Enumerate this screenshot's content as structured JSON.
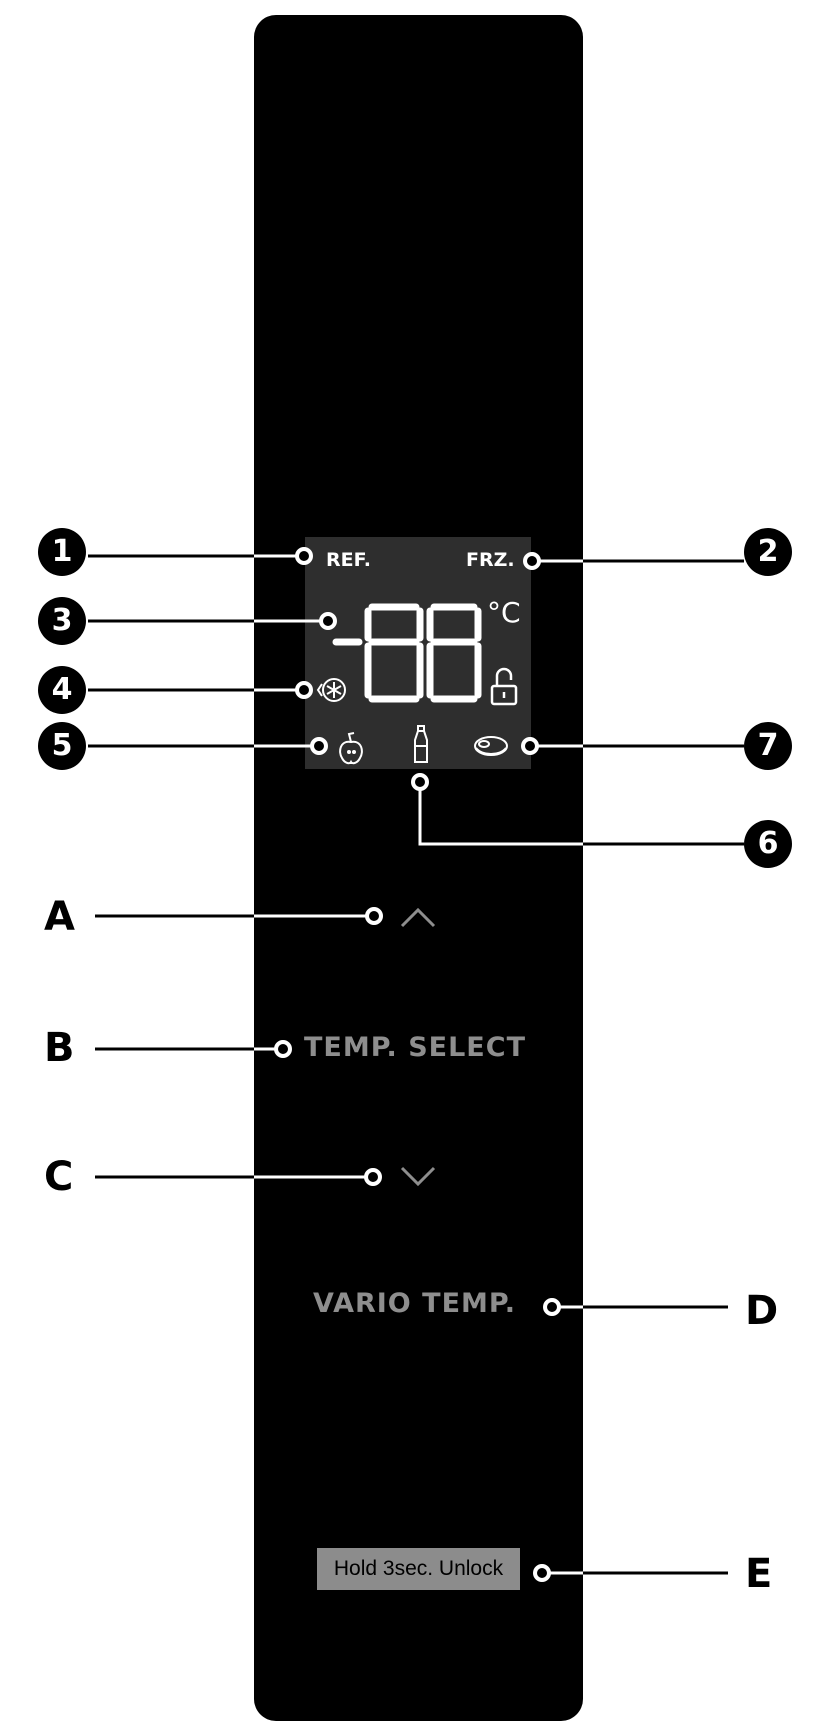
{
  "display": {
    "ref_label": "REF.",
    "frz_label": "FRZ.",
    "temperature_digits": "-88",
    "unit": "°C"
  },
  "controls": {
    "temp_select_label": "TEMP. SELECT",
    "vario_temp_label": "VARIO TEMP.",
    "unlock_label": "Hold  3sec. Unlock"
  },
  "callouts": {
    "numbers": [
      "1",
      "2",
      "3",
      "4",
      "5",
      "6",
      "7"
    ],
    "letters": [
      "A",
      "B",
      "C",
      "D",
      "E"
    ]
  },
  "icons": [
    "up-arrow-icon",
    "down-arrow-icon",
    "lock-icon",
    "snowflake-cycle-icon",
    "apple-icon",
    "bottle-icon",
    "meat-icon"
  ],
  "colors": {
    "panel": "#000000",
    "display_bg": "#2e2e2e",
    "control_text": "#8e8e8e",
    "unlock_bg": "#8c8c8c"
  }
}
